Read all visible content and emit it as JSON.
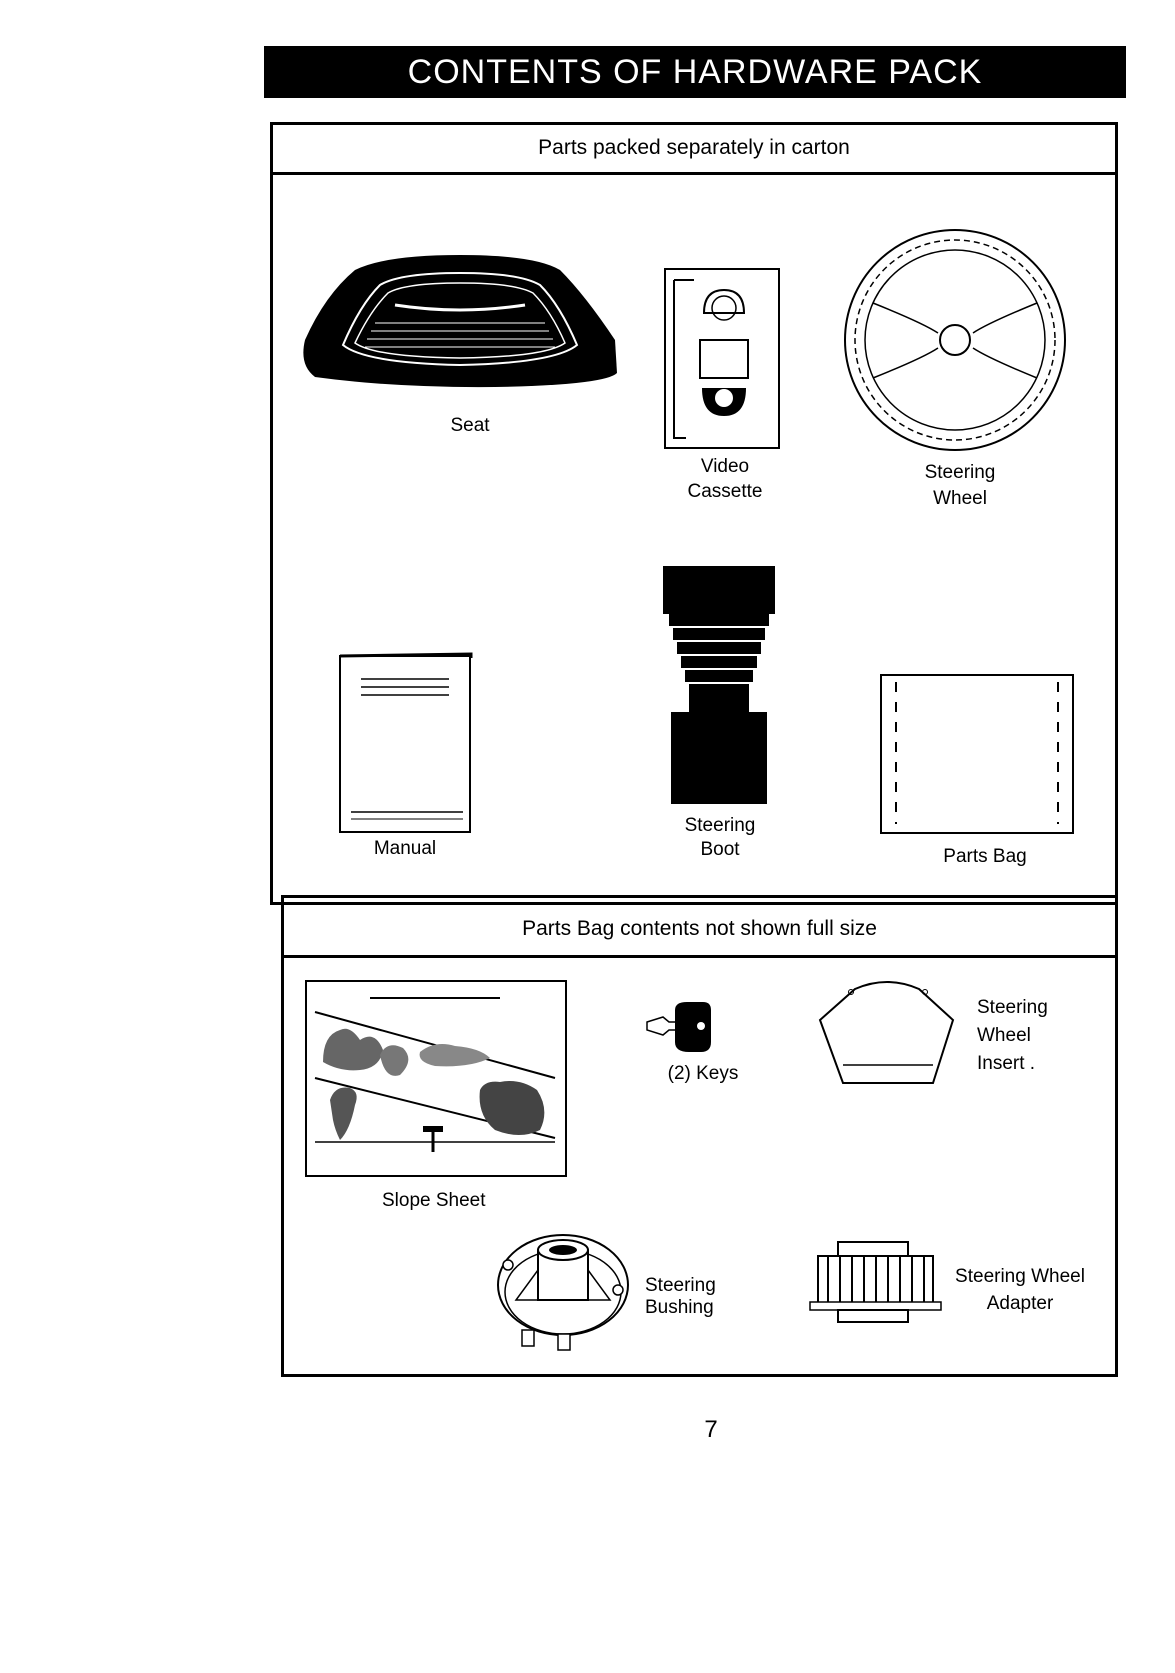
{
  "page": {
    "title": "CONTENTS OF HARDWARE PACK",
    "page_number": "7"
  },
  "carton": {
    "heading": "Parts packed separately in carton",
    "items": {
      "seat": "Seat",
      "video_line1": "Video",
      "video_line2": "Cassette",
      "wheel_line1": "Steering",
      "wheel_line2": "Wheel",
      "manual": "Manual",
      "boot_line1": "Steering",
      "boot_line2": "Boot",
      "parts_bag": "Parts Bag"
    }
  },
  "parts_bag": {
    "heading": "Parts Bag contents not shown full size",
    "items": {
      "keys": "(2) Keys",
      "insert_line1": "Steering",
      "insert_line2": "Wheel",
      "insert_line3": "Insert .",
      "slope_sheet": "Slope Sheet",
      "bushing_line1": "Steering",
      "bushing_line2": "Bushing",
      "adapter_line1": "Steering Wheel",
      "adapter_line2": "Adapter"
    }
  },
  "icons": [
    "seat-icon",
    "video-cassette-icon",
    "steering-wheel-icon",
    "manual-icon",
    "steering-boot-icon",
    "parts-bag-icon",
    "slope-sheet-icon",
    "key-icon",
    "steering-wheel-insert-icon",
    "steering-bushing-icon",
    "steering-wheel-adapter-icon"
  ]
}
